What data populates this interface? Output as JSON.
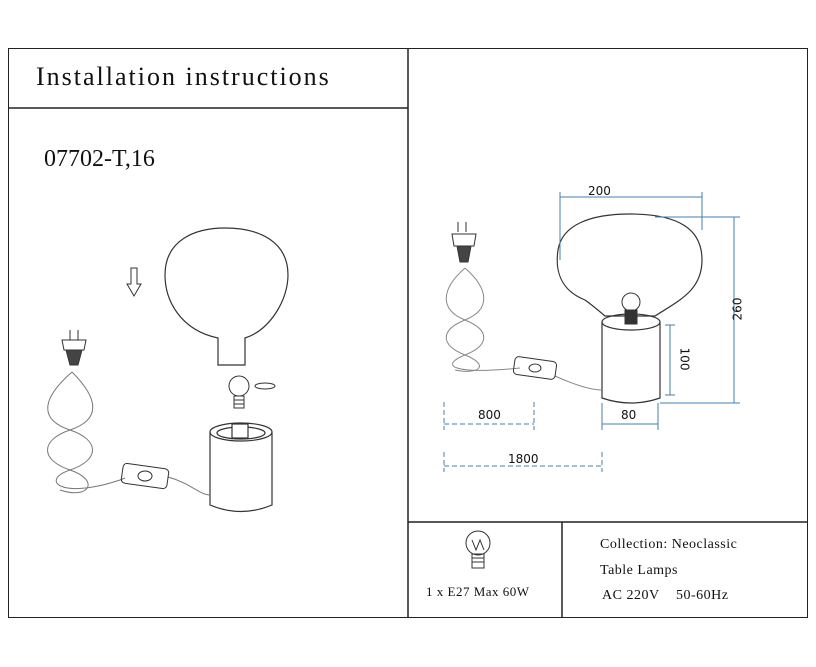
{
  "header": {
    "title": "Installation instructions",
    "model": "07702-T,16"
  },
  "dimensions": {
    "shade_width": "200",
    "total_height": "260",
    "base_height": "100",
    "base_width": "80",
    "switch_cord": "800",
    "cord_length": "1800"
  },
  "bulb_info": {
    "icon": "bulb-icon",
    "text": "1 x E27 Max 60W"
  },
  "specs": {
    "collection": "Collection: Neoclassic",
    "type": "Table Lamps",
    "voltage": "AC 220V",
    "frequency": "50-60Hz"
  },
  "colors": {
    "dimension": "#4a7fa8",
    "line": "#222222"
  }
}
